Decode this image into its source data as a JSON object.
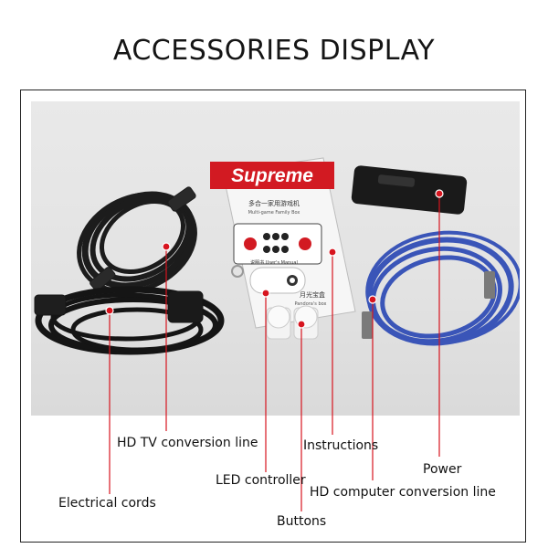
{
  "title": "ACCESSORIES DISPLAY",
  "brand_colors": {
    "accent_red": "#d7141e",
    "cable_blue": "#3a55b8",
    "cable_black": "#1a1a1a"
  },
  "booklet": {
    "brand": "Supreme",
    "cover_title": "多合一家用游戏机",
    "cover_sub": "Multi-game Family Box",
    "product_name": "月光宝盒",
    "product_sub": "Pandora's box"
  },
  "remote_tag": "说明书 User's Manual",
  "labels": {
    "hd_tv": "HD TV conversion line",
    "instructions": "Instructions",
    "power": "Power",
    "led_controller": "LED controller",
    "hd_computer": "HD computer conversion line",
    "electrical_cords": "Electrical cords",
    "buttons": "Buttons"
  }
}
